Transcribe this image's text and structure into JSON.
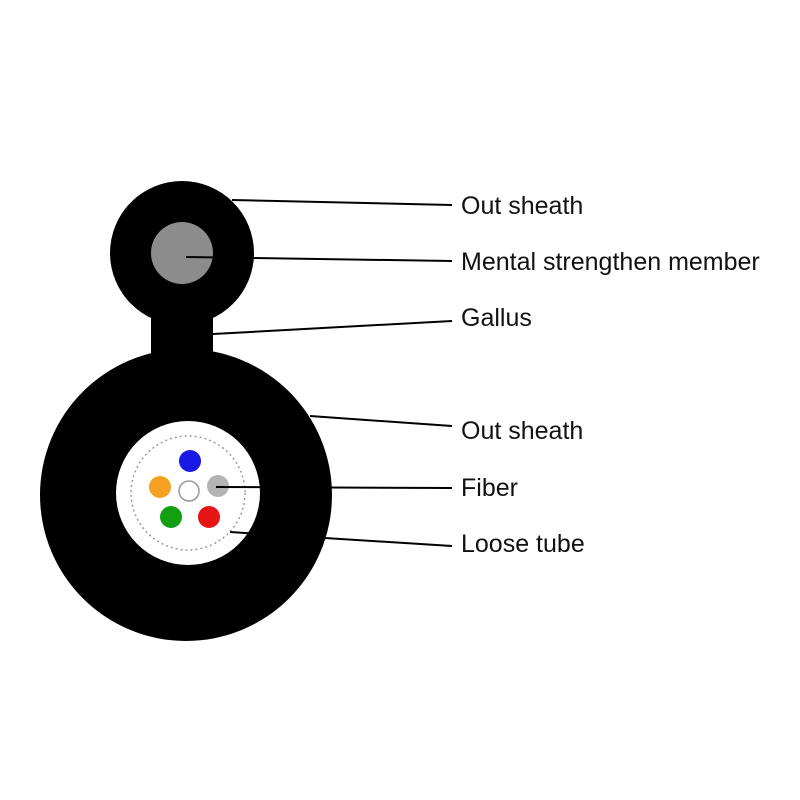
{
  "labels": {
    "messenger_sheath": "Out sheath",
    "strength_member": "Mental strengthen member",
    "gallus": "Gallus",
    "cable_sheath": "Out sheath",
    "fiber": "Fiber",
    "loose_tube": "Loose tube"
  },
  "colors": {
    "sheath": "#000000",
    "strength_member": "#8c8c8c",
    "loose_tube": "#ffffff",
    "fibers": {
      "blue": "#1919e6",
      "orange": "#f5a020",
      "gray": "#b4b4b4",
      "green": "#12a012",
      "red": "#e61414",
      "center": "#ffffff"
    }
  }
}
